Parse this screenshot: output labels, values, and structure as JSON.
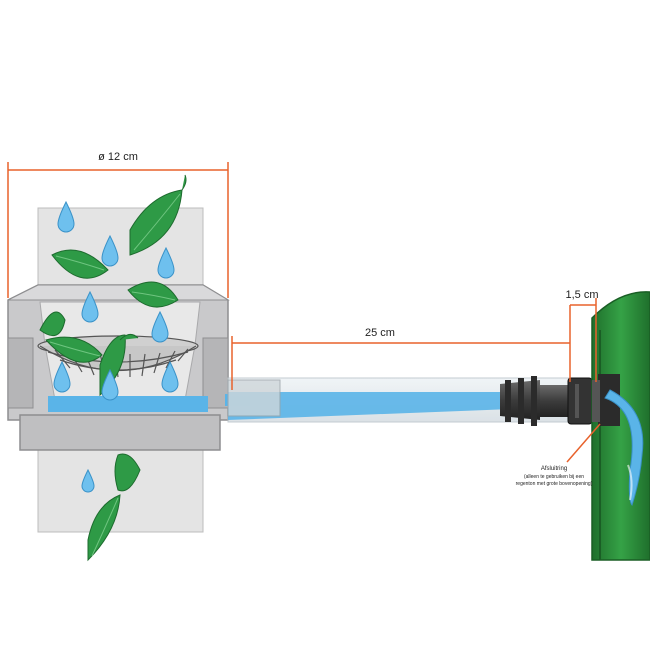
{
  "labels": {
    "diameter": "ø 12 cm",
    "hose_length": "25 cm",
    "wall_thickness": "1,5 cm",
    "seal_title": "Afsluitring",
    "seal_note_1": "(alleen te gebruiken bij een",
    "seal_note_2": "regenton  met grote bovenopening)"
  },
  "colors": {
    "dimension_line": "#e8622c",
    "housing": "#c9c9cb",
    "housing_dark": "#9a9a9c",
    "pipe": "#e4e4e4",
    "water": "#5ab4e8",
    "drop": "#6ec0ee",
    "leaf": "#2e9a46",
    "barrel": "#2f8a3a",
    "fitting": "#444444"
  },
  "icons": [
    "water-drop-icon",
    "leaf-icon"
  ]
}
